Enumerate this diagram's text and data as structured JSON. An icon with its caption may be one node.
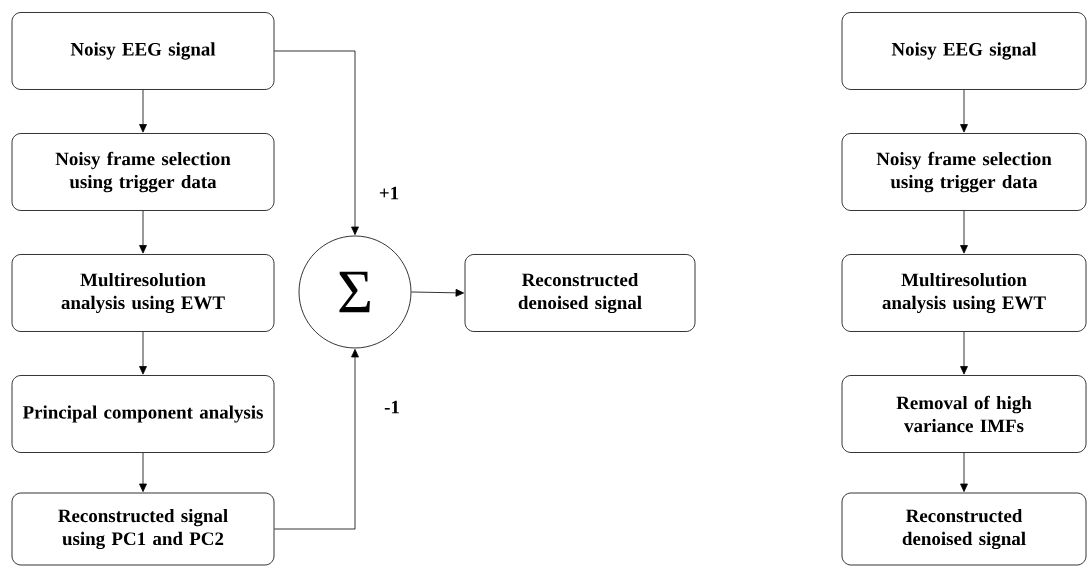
{
  "diagram": {
    "nodes": [
      {
        "text": [
          "Noisy EEG signal"
        ]
      },
      {
        "text": [
          "Noisy frame selection using trigger data"
        ]
      },
      {
        "text": [
          "Multiresolution analysis using EWT"
        ]
      },
      {
        "text": [
          "Principal component analysis"
        ]
      },
      {
        "text": [
          "Reconstructed signal using PC1 and PC2"
        ]
      },
      {
        "text": [
          "Σ"
        ]
      },
      {
        "text": [
          "Reconstructed denoised signal"
        ]
      },
      {
        "text": [
          "Noisy EEG signal"
        ]
      },
      {
        "text": [
          "Noisy frame selection using trigger data"
        ]
      },
      {
        "text": [
          "Multiresolution analysis using EWT"
        ]
      },
      {
        "text": [
          "Removal of high variance IMFs"
        ]
      },
      {
        "text": [
          "Reconstructed denoised signal"
        ]
      }
    ],
    "edges": [
      {
        "from": 0,
        "to": 1,
        "arrow": "to"
      },
      {
        "from": 1,
        "to": 2,
        "arrow": "to"
      },
      {
        "from": 2,
        "to": 3,
        "arrow": "to"
      },
      {
        "from": 3,
        "to": 4,
        "arrow": "to"
      },
      {
        "from": 0,
        "to": 5,
        "arrow": "to",
        "label": "+1"
      },
      {
        "from": 4,
        "to": 5,
        "arrow": "to",
        "label": "-1"
      },
      {
        "from": 5,
        "to": 6,
        "arrow": "to"
      },
      {
        "from": 7,
        "to": 8,
        "arrow": "to"
      },
      {
        "from": 8,
        "to": 9,
        "arrow": "to"
      },
      {
        "from": 9,
        "to": 10,
        "arrow": "to"
      },
      {
        "from": 10,
        "to": 11,
        "arrow": "to"
      }
    ]
  }
}
